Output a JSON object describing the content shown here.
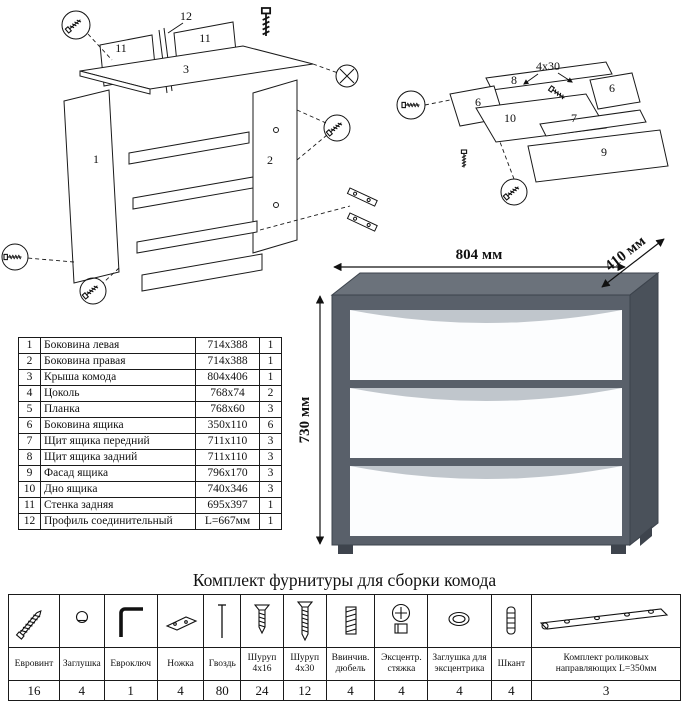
{
  "diagram_left": {
    "label_12": "12",
    "label_11a": "11",
    "label_11b": "11",
    "label_3": "3",
    "label_1": "1",
    "label_2": "2"
  },
  "diagram_right": {
    "label_8": "8",
    "label_6a": "6",
    "label_6b": "6",
    "label_10": "10",
    "label_7": "7",
    "label_9": "9",
    "screw_note": "4х30"
  },
  "chest": {
    "width": "804 мм",
    "depth": "410 мм",
    "height": "730 мм",
    "colors": {
      "top": "#6b727b",
      "front": "#59606a",
      "side": "#4a515a",
      "drawer": "#fcfdfe",
      "groove": "#c0c6cc",
      "feet": "#3e444d"
    }
  },
  "parts_table": {
    "rows": [
      {
        "num": "1",
        "name": "Боковина левая",
        "size": "714х388",
        "qty": "1"
      },
      {
        "num": "2",
        "name": "Боковина правая",
        "size": "714х388",
        "qty": "1"
      },
      {
        "num": "3",
        "name": "Крыша комода",
        "size": "804х406",
        "qty": "1"
      },
      {
        "num": "4",
        "name": "Цоколь",
        "size": "768х74",
        "qty": "2"
      },
      {
        "num": "5",
        "name": "Планка",
        "size": "768х60",
        "qty": "3"
      },
      {
        "num": "6",
        "name": "Боковина ящика",
        "size": "350х110",
        "qty": "6"
      },
      {
        "num": "7",
        "name": "Щит ящика передний",
        "size": "711х110",
        "qty": "3"
      },
      {
        "num": "8",
        "name": "Щит ящика задний",
        "size": "711х110",
        "qty": "3"
      },
      {
        "num": "9",
        "name": "Фасад ящика",
        "size": "796х170",
        "qty": "3"
      },
      {
        "num": "10",
        "name": "Дно ящика",
        "size": "740х346",
        "qty": "3"
      },
      {
        "num": "11",
        "name": "Стенка задняя",
        "size": "695х397",
        "qty": "1"
      },
      {
        "num": "12",
        "name": "Профиль соединительный",
        "size": "L=667мм",
        "qty": "1"
      }
    ]
  },
  "hardware": {
    "title": "Комплект фурнитуры для сборки комода",
    "items": [
      {
        "icon": "confirmat-icon",
        "name": "Евровинт",
        "qty": "16"
      },
      {
        "icon": "cap-icon",
        "name": "Заглушка",
        "qty": "4"
      },
      {
        "icon": "hex-key-icon",
        "name": "Евроключ",
        "qty": "1"
      },
      {
        "icon": "leg-icon",
        "name": "Ножка",
        "qty": "4"
      },
      {
        "icon": "nail-icon",
        "name": "Гвоздь",
        "qty": "80"
      },
      {
        "icon": "screw-4x16-icon",
        "name": "Шуруп 4х16",
        "qty": "24"
      },
      {
        "icon": "screw-4x30-icon",
        "name": "Шуруп 4х30",
        "qty": "12"
      },
      {
        "icon": "threaded-dowel-icon",
        "name": "Ввинчив. дюбель",
        "qty": "4"
      },
      {
        "icon": "cam-lock-icon",
        "name": "Эксцентр. стяжка",
        "qty": "4"
      },
      {
        "icon": "cam-cap-icon",
        "name": "Заглушка для эксцентрика",
        "qty": "4"
      },
      {
        "icon": "wood-dowel-icon",
        "name": "Шкант",
        "qty": "4"
      },
      {
        "icon": "drawer-slides-icon",
        "name": "Комплект роликовых направляющих L=350мм",
        "qty": "3"
      }
    ]
  }
}
